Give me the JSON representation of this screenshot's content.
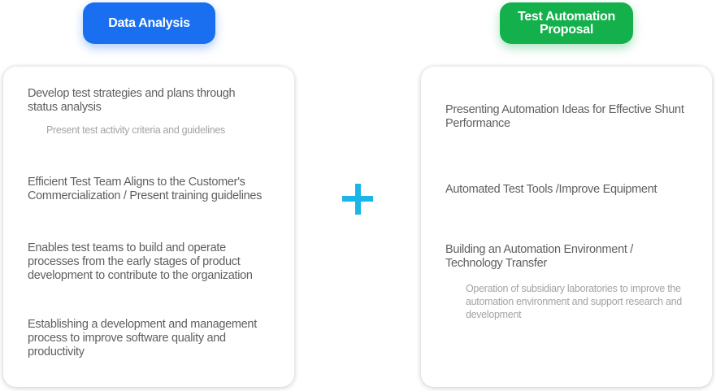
{
  "left": {
    "header": "Data Analysis",
    "items": [
      "Develop test strategies and plans through status analysis",
      "Efficient Test Team Aligns to the Customer's Commercialization / Present training guidelines",
      "Enables test teams to build and operate processes from the early stages of product development to contribute to the organization",
      "Establishing a development and management process to improve software quality and productivity"
    ],
    "sub": "Present test activity criteria and guidelines"
  },
  "right": {
    "header": "Test Automation\nProposal",
    "items": [
      "Presenting Automation Ideas for Effective Shunt Performance",
      "Automated Test Tools /Improve Equipment",
      "Building an Automation Environment / Technology Transfer"
    ],
    "sub": "Operation of subsidiary laboratories to improve the automation environment and support research and development"
  },
  "colors": {
    "left_header": "#1a6ef0",
    "right_header": "#14b04c",
    "plus": "#1bb6e8"
  },
  "connector_icon": "plus-icon"
}
